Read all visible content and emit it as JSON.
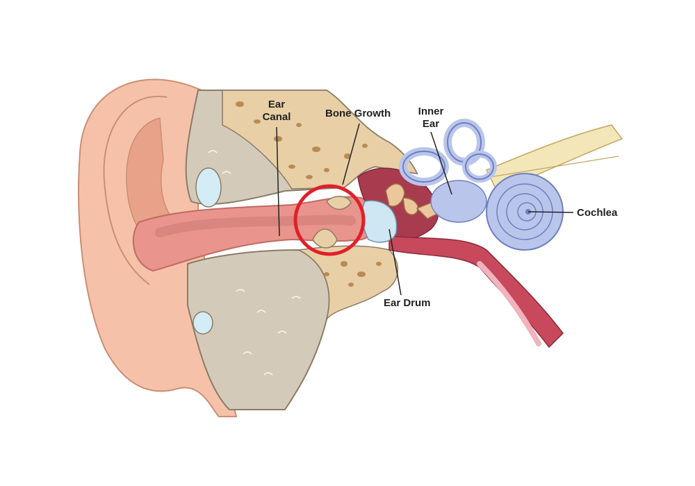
{
  "labels": {
    "ear_canal_line1": "Ear",
    "ear_canal_line2": "Canal",
    "bone_growth": "Bone Growth",
    "inner_ear_line1": "Inner",
    "inner_ear_line2": "Ear",
    "cochlea": "Cochlea",
    "ear_drum": "Ear Drum"
  },
  "colors": {
    "skin": "#f5c2a9",
    "skin_shadow": "#e8a28a",
    "canal": "#e9948c",
    "bone": "#e8cfa6",
    "bone_spots": "#b88a55",
    "tissue": "#d3cab9",
    "inner_ear": "#b9c5ea",
    "nerve": "#f3e6b8",
    "tube": "#c8485c",
    "highlight_circle": "#e0202a",
    "eardrum": "#cfe6f3"
  }
}
